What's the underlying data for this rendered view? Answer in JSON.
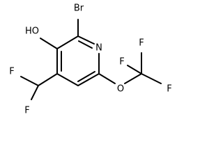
{
  "molecule": {
    "atom_labels": {
      "br": "Br",
      "ho": "HO",
      "n": "N",
      "o": "O",
      "f_left": "F",
      "f_bottom": "F",
      "f_cf3_top": "F",
      "f_cf3_left": "F",
      "f_cf3_right": "F"
    }
  },
  "colors": {
    "bond": "#000000",
    "label": "#000000",
    "background": "#ffffff"
  }
}
